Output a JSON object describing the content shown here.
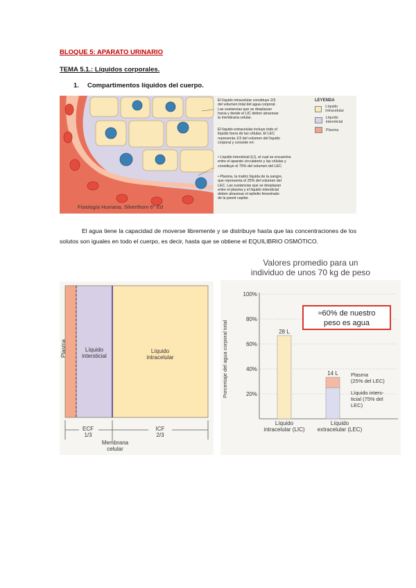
{
  "header": {
    "bloque": "BLOQUE 5: APARATO URINARIO",
    "tema": "TEMA 5.1.: Líquidos corporales.",
    "section_number": "1.",
    "section_title": "Compartimentos líquidos del cuerpo."
  },
  "figure1": {
    "text_lic": [
      "El líquido intracelular constituye 2/3",
      "del volumen total del agua corporal.",
      "Las sustancias que se desplazan",
      "hacia y desde el LIC deben atravesar",
      "la membrana celular."
    ],
    "text_lec": [
      "El líquido extracelular incluye todo el",
      "líquido fuera de las células. El LEC",
      "representa 1/3 del volumen del líquido",
      "corporal y consiste en:"
    ],
    "text_li": [
      "• Líquido intersticial (LI), el cual se encuentra",
      "entre el aparato circulatorio y las células y",
      "constituye el 75% del volumen del LEC."
    ],
    "text_plasma": [
      "• Plasma, la matriz líquida de la sangre,",
      "que representa el 25% del volumen del",
      "LEC. Las sustancias que se desplazan",
      "entre el plasma y el líquido intersticial",
      "deben atravesar el epitelio fenestrado",
      "de la pared capilar."
    ],
    "legend_title": "LEYENDA",
    "legend": [
      {
        "label": "Líquido intracelular",
        "color": "#fbe8b8"
      },
      {
        "label": "Líquido intersticial",
        "color": "#d8d2ea"
      },
      {
        "label": "Plasma",
        "color": "#f0a58a"
      }
    ],
    "caption": "Fisiología Humana, Silverthorn 6° Ed"
  },
  "paragraph": {
    "text": "El agua tiene la capacidad de moverse libremente y se distribuye hasta que las concentraciones de los solutos son iguales en todo el cuerpo, es decir, hasta que se obtiene el EQUILIBRIO OSMÓTICO."
  },
  "figure2": {
    "plasma": "Plasma",
    "intersticial": [
      "Líquido",
      "intersticial"
    ],
    "intracelular": [
      "Líquido",
      "intracelular"
    ],
    "ecf": [
      "ECF",
      "1/3"
    ],
    "icf": [
      "ICF",
      "2/3"
    ],
    "membrana": [
      "Membrana",
      "celular"
    ],
    "colors": {
      "plasma": "#f4a98c",
      "intersticial": "#d6cfe6",
      "intracelular": "#fde7b3"
    }
  },
  "chart_data": {
    "type": "bar",
    "title": [
      "Valores promedio para un",
      "individuo de unos 70 kg de peso"
    ],
    "ylabel": "Porcentaje del agua corporal total",
    "ylim": [
      0,
      100
    ],
    "yticks": [
      "20%",
      "40%",
      "60%",
      "80%",
      "100%"
    ],
    "ytick_values": [
      20,
      40,
      60,
      80,
      100
    ],
    "categories": [
      [
        "Líquido",
        "intracelular (LIC)"
      ],
      [
        "Líquido",
        "extracelular (LEC)"
      ]
    ],
    "bars": [
      {
        "label": "28 L",
        "segments": [
          {
            "value": 66.7,
            "color": "#fcebc0"
          }
        ]
      },
      {
        "label": "14 L",
        "segments": [
          {
            "value": 25,
            "color": "#dcdcf0"
          },
          {
            "value": 8.3,
            "color": "#f6b9a2"
          }
        ]
      }
    ],
    "segment_labels": [
      [
        "Plasma",
        "(25% del LEC)"
      ],
      [
        "Líquido inters-",
        "ticial (75% del",
        "LEC)"
      ]
    ],
    "callout": [
      "≈60% de nuestro",
      "peso es agua"
    ],
    "callout_color": "#d9352a"
  }
}
